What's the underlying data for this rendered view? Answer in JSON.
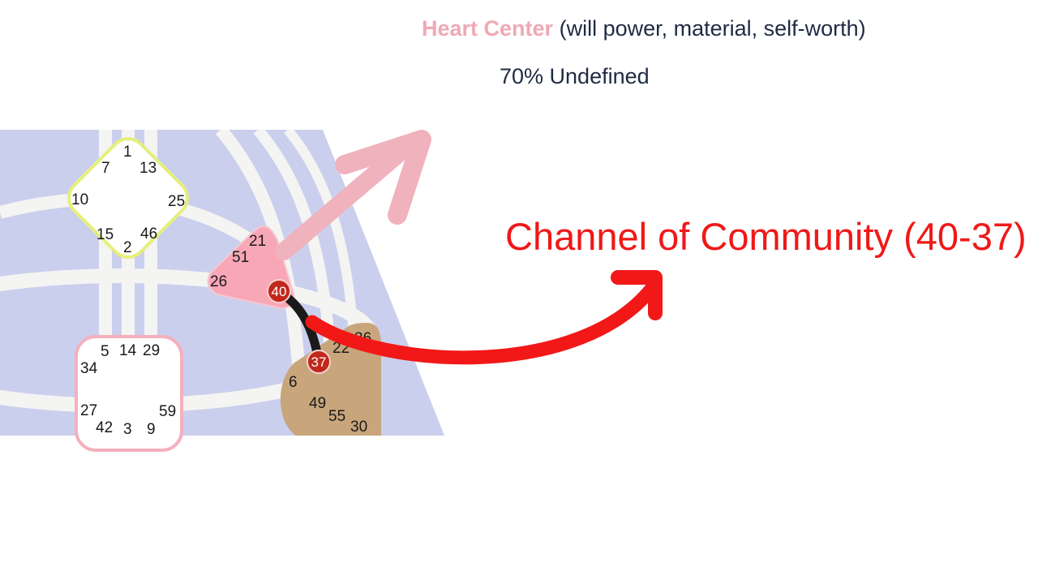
{
  "header": {
    "center_name": "Heart Center",
    "center_desc": "(will power, material, self-worth)",
    "status": "70% Undefined"
  },
  "annotation": {
    "channel_label": "Channel of Community (40-37)"
  },
  "colors": {
    "background": "#ffffff",
    "chart_bg": "#cbcfee",
    "heart_center": "#f8a7b6",
    "solar_plexus": "#c8a57b",
    "g_center_border": "#e5ef7a",
    "sacral_border": "#f4b0bd",
    "active_gate": "#c0281c",
    "channel_line": "#1a1a1a",
    "pink_arrow": "#f0b2bd",
    "red_arrow": "#f21818",
    "text_dark": "#1f2a44"
  },
  "diagram": {
    "g_center_gates": [
      "1",
      "7",
      "13",
      "10",
      "25",
      "15",
      "46",
      "2"
    ],
    "heart_center_gates": [
      "21",
      "51",
      "26",
      "40"
    ],
    "solar_plexus_gates": [
      "36",
      "22",
      "37",
      "6",
      "49",
      "55",
      "30"
    ],
    "sacral_gates": [
      "5",
      "14",
      "29",
      "34",
      "27",
      "59",
      "42",
      "3",
      "9"
    ],
    "defined_channel": [
      "40",
      "37"
    ]
  }
}
